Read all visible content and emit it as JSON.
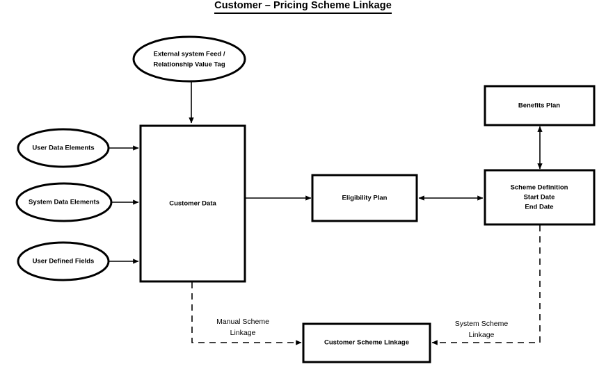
{
  "title": "Customer – Pricing Scheme Linkage",
  "colors": {
    "background": "#ffffff",
    "stroke": "#000000",
    "text": "#000000"
  },
  "nodes": {
    "external_feed": {
      "shape": "ellipse",
      "line1": "External system Feed /",
      "line2": "Relationship Value Tag"
    },
    "user_data_elements": {
      "shape": "ellipse",
      "label": "User Data Elements"
    },
    "system_data_elements": {
      "shape": "ellipse",
      "label": "System Data Elements"
    },
    "user_defined_fields": {
      "shape": "ellipse",
      "label": "User Defined Fields"
    },
    "customer_data": {
      "shape": "rectangle",
      "label": "Customer Data"
    },
    "eligibility_plan": {
      "shape": "rectangle",
      "label": "Eligibility Plan"
    },
    "benefits_plan": {
      "shape": "rectangle",
      "label": "Benefits Plan"
    },
    "scheme_definition": {
      "shape": "rectangle",
      "line1": "Scheme Definition",
      "line2": "Start Date",
      "line3": "End Date"
    },
    "customer_scheme_linkage": {
      "shape": "rectangle",
      "label": "Customer Scheme Linkage"
    }
  },
  "edge_labels": {
    "manual_scheme_linkage": {
      "line1": "Manual Scheme",
      "line2": "Linkage"
    },
    "system_scheme_linkage": {
      "line1": "System Scheme",
      "line2": "Linkage"
    }
  }
}
